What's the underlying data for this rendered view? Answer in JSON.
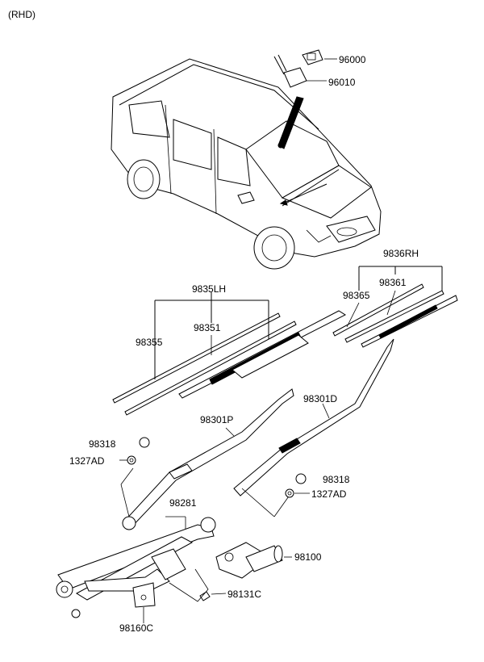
{
  "variant": "(RHD)",
  "callouts": {
    "p96000": "96000",
    "p96010": "96010",
    "p9836RH": "9836RH",
    "p98365": "98365",
    "p98361": "98361",
    "p9835LH": "9835LH",
    "p98351": "98351",
    "p98355": "98355",
    "p98301D": "98301D",
    "p98301P": "98301P",
    "p98318a": "98318",
    "p1327ADa": "1327AD",
    "p98318b": "98318",
    "p1327ADb": "1327AD",
    "p98281": "98281",
    "p98100": "98100",
    "p98131C": "98131C",
    "p98160C": "98160C"
  }
}
